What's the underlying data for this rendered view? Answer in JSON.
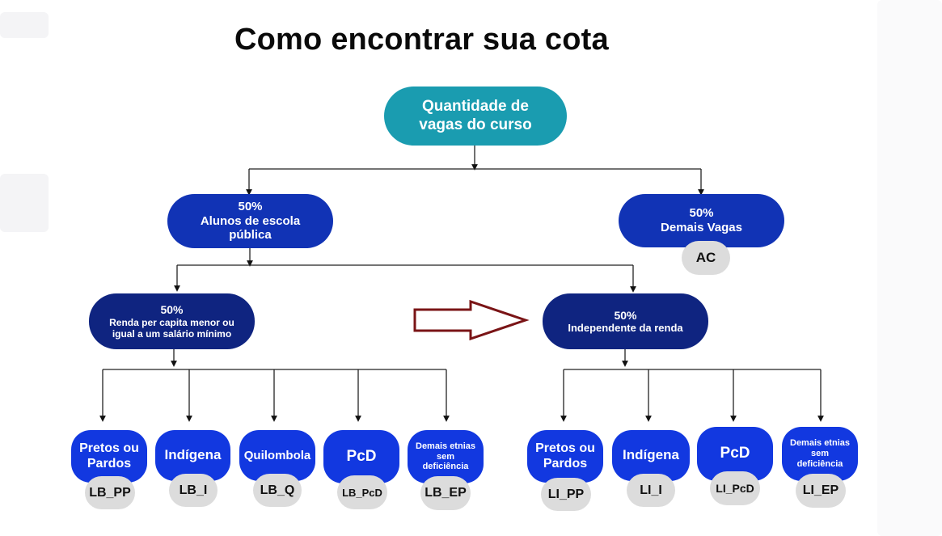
{
  "title": "Como encontrar sua cota",
  "root": {
    "line1": "Quantidade de",
    "line2": "vagas do curso"
  },
  "public": {
    "percent": "50%",
    "line1": "Alunos de escola",
    "line2": "pública"
  },
  "other": {
    "percent": "50%",
    "line1": "Demais Vagas",
    "code": "AC"
  },
  "low_income": {
    "percent": "50%",
    "line1": "Renda per capita  menor ou",
    "line2": "igual a um salário mínimo"
  },
  "any_income": {
    "percent": "50%",
    "line1": "Independente da renda"
  },
  "low_income_groups": [
    {
      "label1": "Pretos ou",
      "label2": "Pardos",
      "code": "LB_PP"
    },
    {
      "label1": "Indígena",
      "label2": "",
      "code": "LB_I"
    },
    {
      "label1": "Quilombola",
      "label2": "",
      "code": "LB_Q"
    },
    {
      "label1": "PcD",
      "label2": "",
      "code": "LB_PcD"
    },
    {
      "label1": "Demais etnias",
      "label2": "sem",
      "label3": "deficiência",
      "code": "LB_EP"
    }
  ],
  "any_income_groups": [
    {
      "label1": "Pretos ou",
      "label2": "Pardos",
      "code": "LI_PP"
    },
    {
      "label1": "Indígena",
      "label2": "",
      "code": "LI_I"
    },
    {
      "label1": "PcD",
      "label2": "",
      "code": "LI_PcD"
    },
    {
      "label1": "Demais etnias",
      "label2": "sem",
      "label3": "deficiência",
      "code": "LI_EP"
    }
  ],
  "colors": {
    "root": "#1a9cb0",
    "mid": "#1133b5",
    "dark": "#0f2480",
    "leaf": "#1238e0",
    "code_pill": "#dcdcdc",
    "arrow": "#7a1416"
  }
}
